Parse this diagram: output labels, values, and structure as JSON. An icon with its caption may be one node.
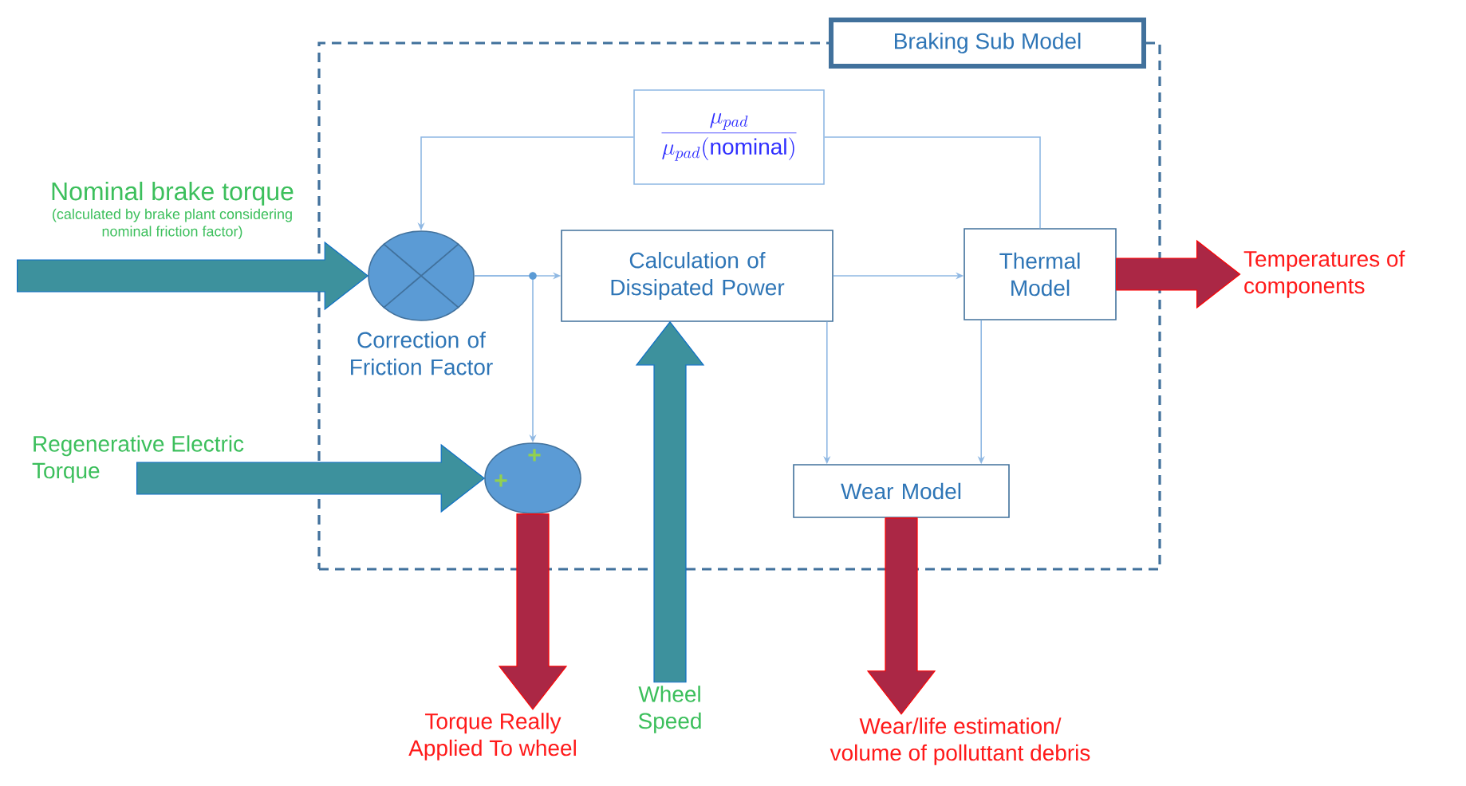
{
  "diagram": {
    "nodes": [
      {
        "text": [
          "Braking Sub Model"
        ]
      },
      {
        "text": [
          "Nominal brake torque",
          "(calculated by brake plant considering nominal friction factor)"
        ]
      },
      {
        "text": [],
        "shape": "circle",
        "beside": [
          "Correction of Friction Factor"
        ],
        "in": 0
      },
      {
        "text": [
          "\\frac{\\mu_{pad}}{\\mu_{pad}(\\mathrm{nominal})}"
        ],
        "in": 0
      },
      {
        "text": [
          "Calculation of Dissipated Power"
        ],
        "in": 0
      },
      {
        "text": [
          "Thermal Model"
        ],
        "in": 0
      },
      {
        "text": [
          "Wear Model"
        ],
        "in": 0
      },
      {
        "text": [
          "Regenerative Electric Torque"
        ]
      },
      {
        "text": [
          "+",
          "+"
        ],
        "in": 0
      },
      {
        "text": [
          "Torque Really Applied To wheel"
        ]
      },
      {
        "text": [
          "Wheel Speed"
        ]
      },
      {
        "text": [
          "Wear/life estimation/ volume of polluttant debris"
        ]
      },
      {
        "text": [
          "Temperatures of components"
        ]
      }
    ],
    "edges": [
      {
        "from": 1,
        "to": 2,
        "arrow": "to",
        "style": "thick",
        "color": "#0f6fc6"
      },
      {
        "from": 2,
        "to": 4,
        "arrow": "to"
      },
      {
        "from": 2,
        "to": 8,
        "arrow": "to"
      },
      {
        "from": 5,
        "to": 3,
        "arrow": "none"
      },
      {
        "from": 3,
        "to": 2,
        "arrow": "to"
      },
      {
        "from": 4,
        "to": 5,
        "arrow": "to"
      },
      {
        "from": 4,
        "to": 6,
        "arrow": "to"
      },
      {
        "from": 5,
        "to": 6,
        "arrow": "to"
      },
      {
        "from": 7,
        "to": 8,
        "arrow": "to",
        "style": "thick",
        "color": "#0f6fc6"
      },
      {
        "from": 8,
        "to": 9,
        "arrow": "to",
        "style": "thick",
        "color": "#ff0000"
      },
      {
        "from": 10,
        "to": 4,
        "arrow": "to",
        "style": "thick",
        "color": "#0f6fc6"
      },
      {
        "from": 6,
        "to": 11,
        "arrow": "to",
        "style": "thick",
        "color": "#ff0000"
      },
      {
        "from": 5,
        "to": 12,
        "arrow": "to",
        "style": "thick",
        "color": "#ff0000"
      }
    ]
  }
}
